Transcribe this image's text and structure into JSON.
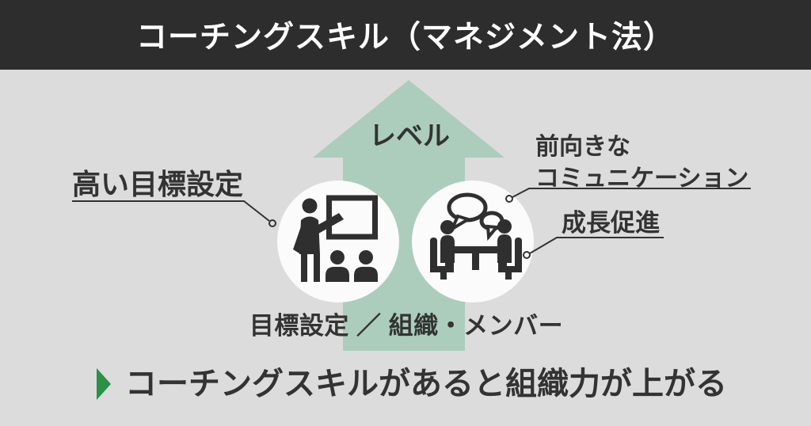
{
  "colors": {
    "page_bg": "#dcdcdc",
    "header_bg": "#2e2d2d",
    "title_text": "#ffffff",
    "arrow_green": "#accdbc",
    "accent_green": "#2a9147",
    "text_dark": "#333333",
    "circle_bg": "#fbfbfb",
    "icon_dark": "#2f2f2f"
  },
  "header": {
    "title": "コーチングスキル（マネジメント法）"
  },
  "diagram": {
    "arrow_label": "レベル",
    "callouts": {
      "left": "高い目標設定",
      "top_right_line1": "前向きな",
      "top_right_line2": "コミュニケーション",
      "right": "成長促進"
    },
    "axis_label": "目標設定 ／ 組織・メンバー",
    "icons": {
      "left": "presentation-icon",
      "right": "meeting-icon"
    }
  },
  "footer": {
    "takeaway": "コーチングスキルがあると組織力が上がる"
  }
}
